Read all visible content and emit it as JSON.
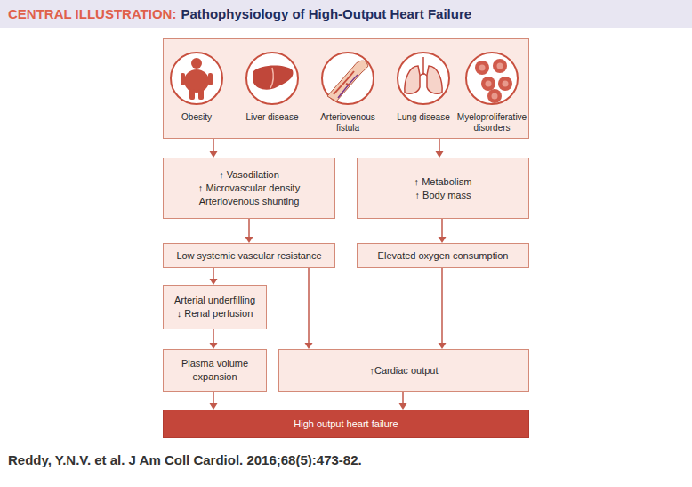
{
  "diagram": {
    "title": "Pathophysiology of High-Output Heart Failure",
    "caption": "Reddy, Y.N.V. et al. J Am Coll Cardiol. 2016;68(5):473-82.",
    "nodes": [
      {
        "text": [
          "Obesity",
          "Liver disease",
          "Arteriovenous fistula",
          "Lung disease",
          "Myeloproliferative disorders"
        ]
      },
      {
        "text": [
          "↑ Vasodilation",
          "↑ Microvascular density",
          "Arteriovenous shunting"
        ]
      },
      {
        "text": [
          "↑ Metabolism",
          "↑ Body mass"
        ]
      },
      {
        "text": [
          "Low systemic vascular resistance"
        ]
      },
      {
        "text": [
          "Elevated oxygen consumption"
        ]
      },
      {
        "text": [
          "Arterial underfilling",
          "↓ Renal perfusion"
        ]
      },
      {
        "text": [
          "Plasma volume expansion"
        ]
      },
      {
        "text": [
          "↑Cardiac output"
        ]
      },
      {
        "text": [
          "High output heart failure"
        ]
      }
    ],
    "edges": [
      {
        "from": 0,
        "to": 1,
        "arrow": "to"
      },
      {
        "from": 0,
        "to": 2,
        "arrow": "to"
      },
      {
        "from": 1,
        "to": 3,
        "arrow": "to"
      },
      {
        "from": 2,
        "to": 4,
        "arrow": "to"
      },
      {
        "from": 3,
        "to": 5,
        "arrow": "to"
      },
      {
        "from": 3,
        "to": 7,
        "arrow": "to"
      },
      {
        "from": 4,
        "to": 7,
        "arrow": "to"
      },
      {
        "from": 5,
        "to": 6,
        "arrow": "to"
      },
      {
        "from": 6,
        "to": 8,
        "arrow": "to"
      },
      {
        "from": 7,
        "to": 8,
        "arrow": "to"
      }
    ],
    "labels": [
      "CENTRAL ILLUSTRATION:"
    ]
  }
}
